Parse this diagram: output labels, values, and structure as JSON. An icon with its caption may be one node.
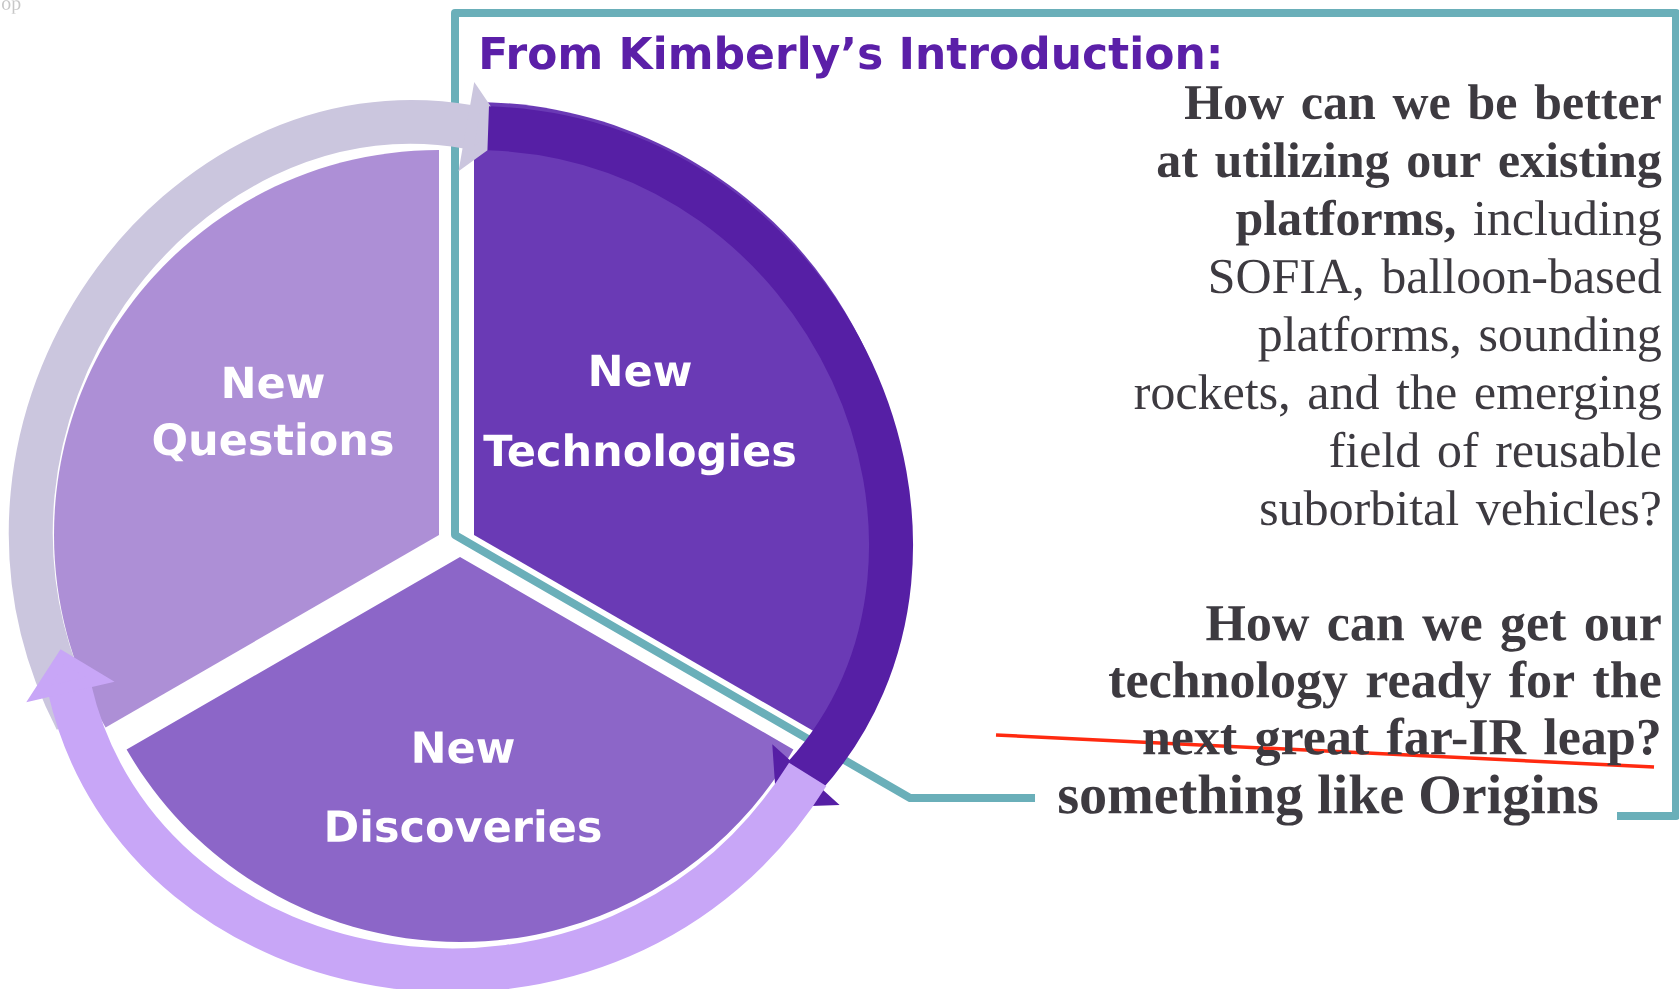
{
  "diagram": {
    "nodes": [
      {
        "text": [
          "New Questions"
        ]
      },
      {
        "text": [
          "From Kimberly’s Introduction:",
          "**How can we be better at utilizing our existing platforms,** including SOFIA, balloon-based platforms, sounding rockets, and the emerging field of reusable suborbital vehicles?",
          "How can we get our technology ready for the next great far-IR leap?",
          "something like Origins"
        ]
      },
      {
        "text": [
          "New Technologies"
        ],
        "in": 1
      },
      {
        "text": [
          "New Discoveries"
        ]
      }
    ],
    "edges": [
      {
        "from": 0,
        "to": 2,
        "arrow": "to",
        "color": "#cbc6de"
      },
      {
        "from": 2,
        "to": 3,
        "arrow": "to",
        "color": "#561fa5"
      },
      {
        "from": 3,
        "to": 0,
        "arrow": "to",
        "color": "#c8a6f7"
      }
    ],
    "labels": [
      "op"
    ]
  }
}
